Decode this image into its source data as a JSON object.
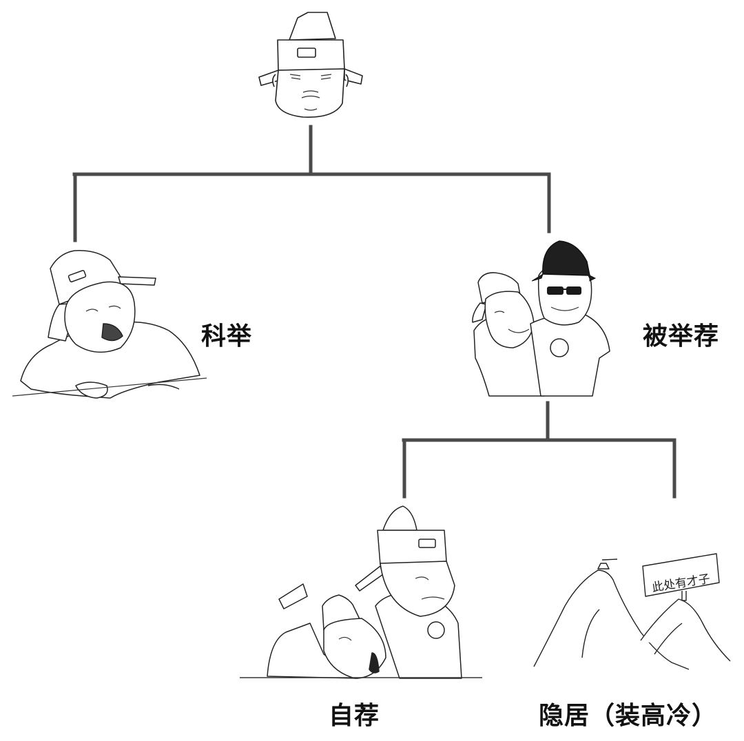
{
  "diagram": {
    "type": "tree",
    "line_color": "#4a4a4a",
    "root": {
      "id": "official-head",
      "illustration": "official-head-with-hat"
    },
    "level1": [
      {
        "id": "keju",
        "label": "科举",
        "illustration": "scholar-writing-exam"
      },
      {
        "id": "beijujian",
        "label": "被举荐",
        "illustration": "two-officials-embracing-sunglasses"
      }
    ],
    "level2": [
      {
        "id": "zijian",
        "label": "自荐",
        "illustration": "officials-kneeling-presenting-letter"
      },
      {
        "id": "yinju",
        "label": "隐居（装高冷）",
        "illustration": "mountains-with-sign"
      }
    ],
    "sign_text": "此处有才子"
  }
}
